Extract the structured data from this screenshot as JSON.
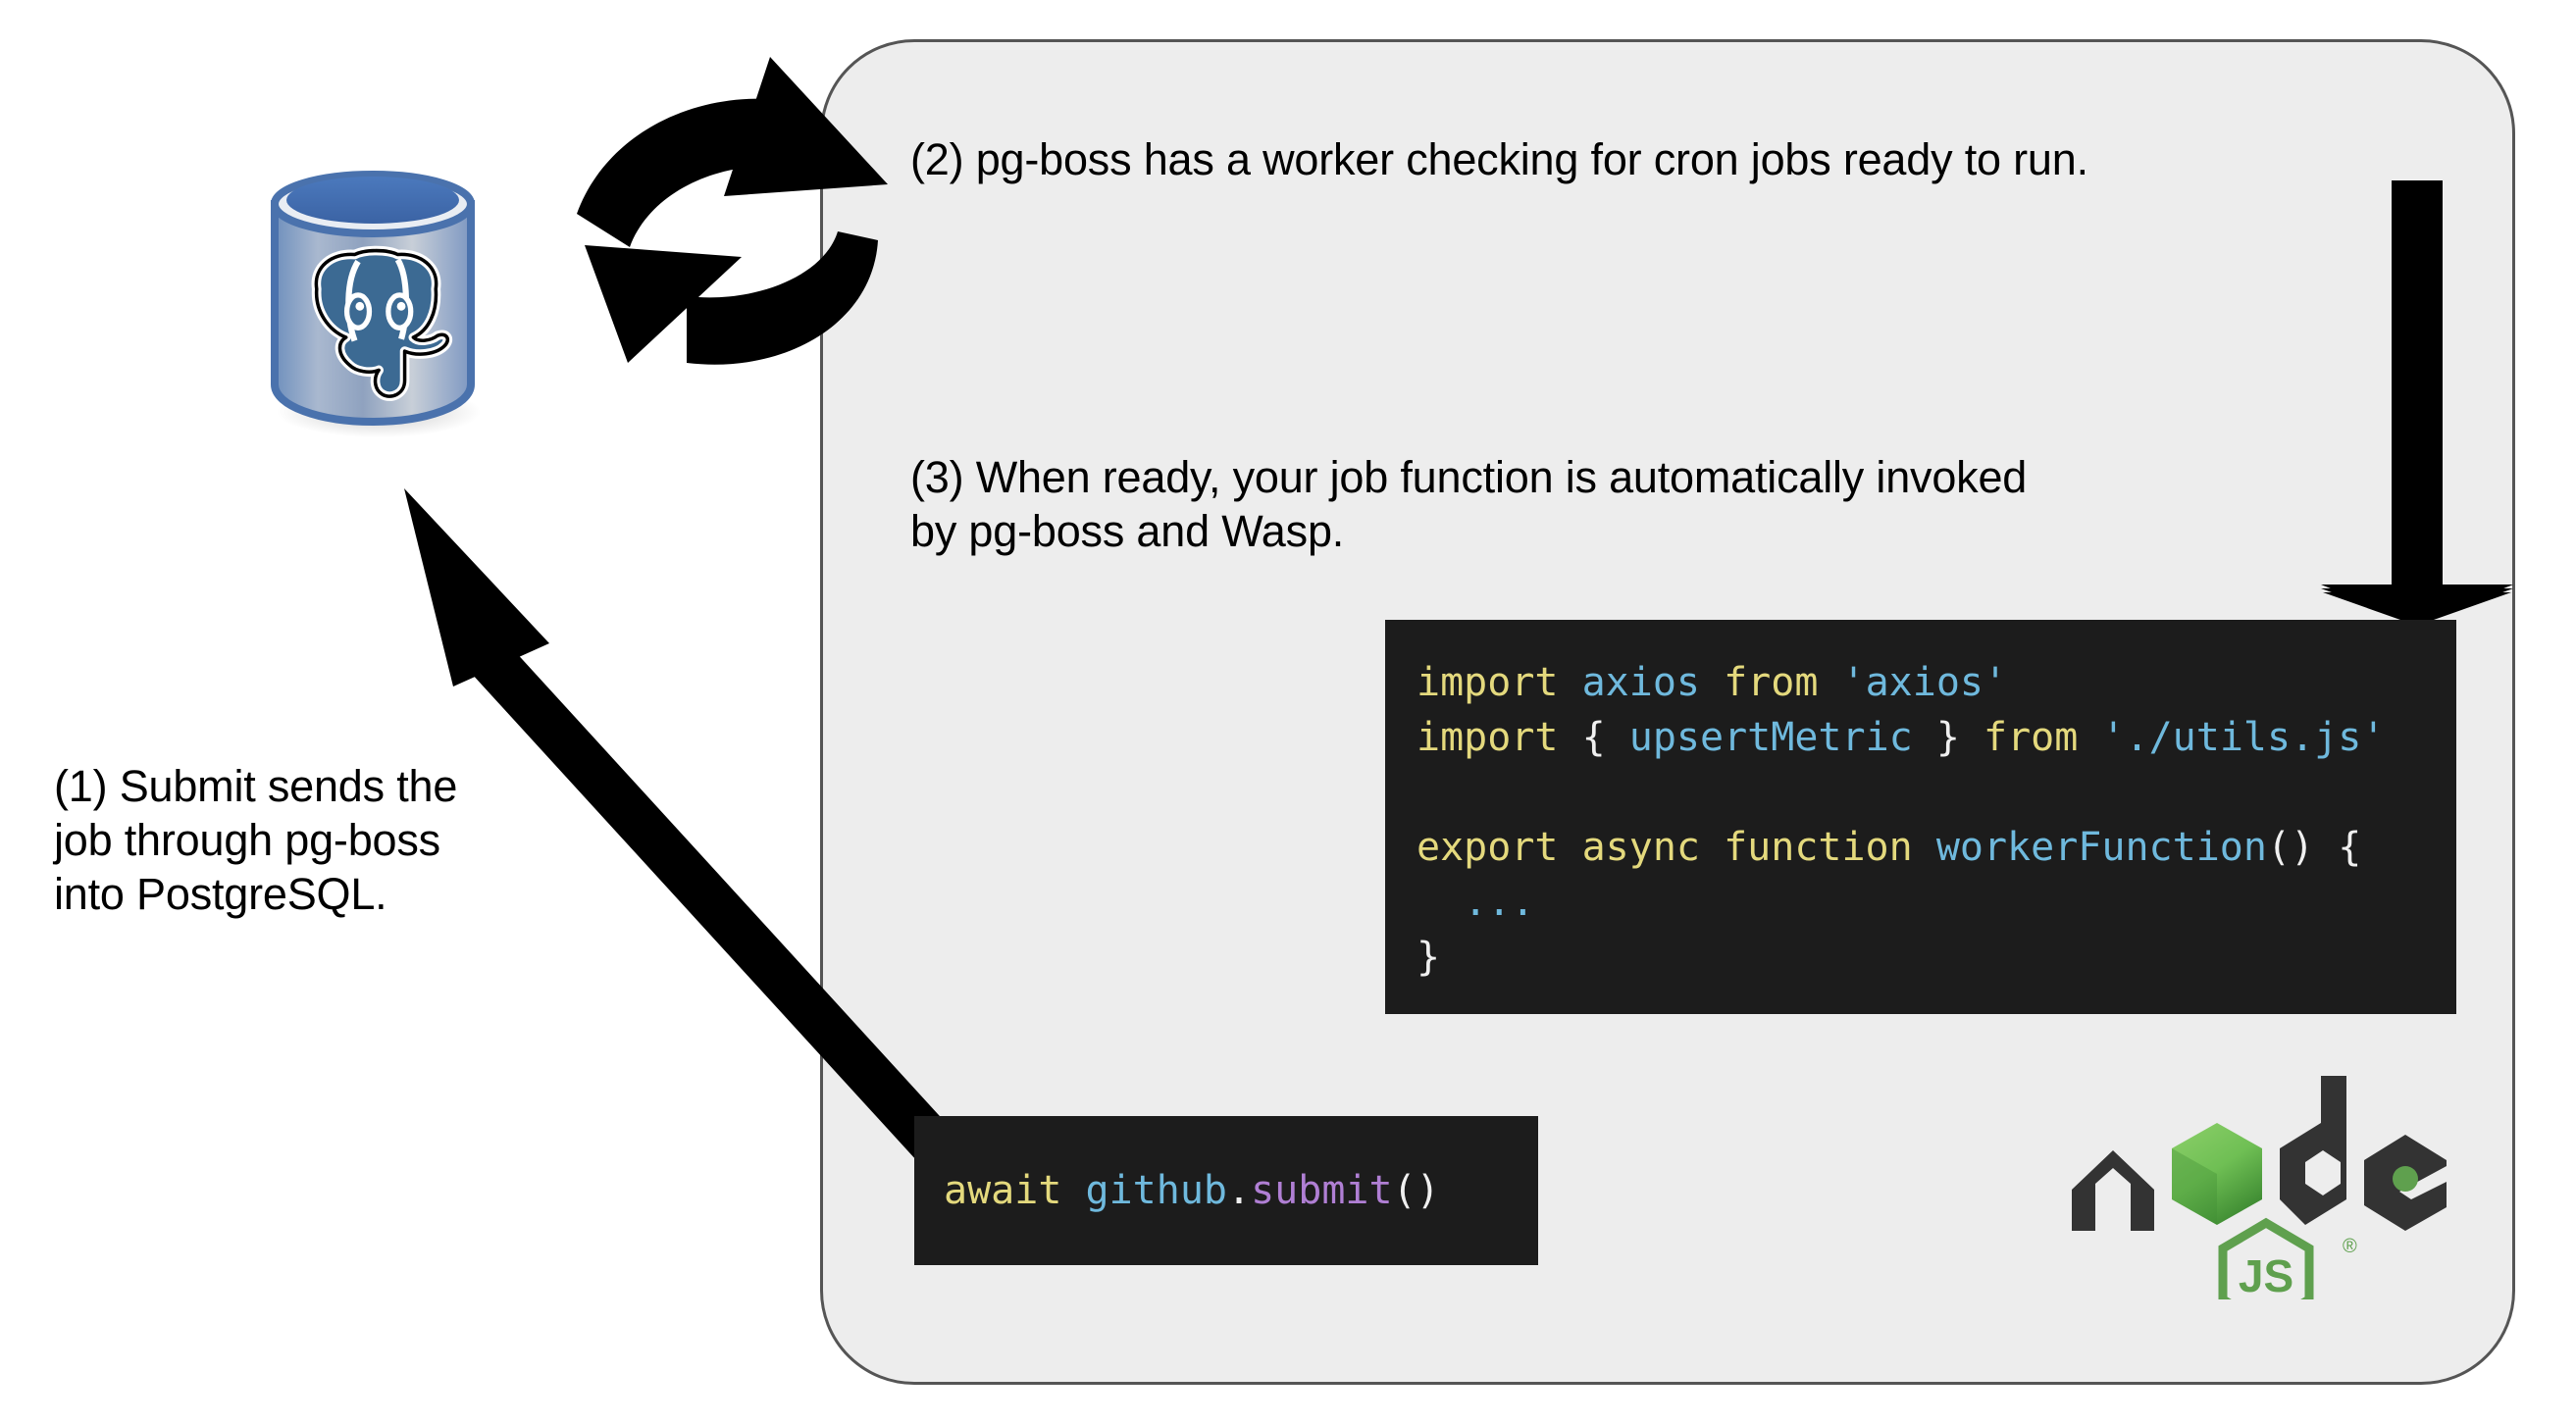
{
  "diagram": {
    "title": "Wasp pg-boss job flow",
    "background_color": "#ffffff",
    "panel_fill": "#ededed",
    "panel_stroke": "#555555"
  },
  "annotations": {
    "step1": "(1) Submit sends the\njob through pg-boss\ninto PostgreSQL.",
    "step2": "(2) pg-boss has a worker checking for cron jobs ready to run.",
    "step3": "(3) When ready, your job function is automatically invoked\nby pg-boss and Wasp."
  },
  "code_blocks": {
    "worker": {
      "background": "#1c1c1c",
      "lines": [
        [
          {
            "t": "import ",
            "c": "kw"
          },
          {
            "t": "axios ",
            "c": "id"
          },
          {
            "t": "from ",
            "c": "kw"
          },
          {
            "t": "'axios'",
            "c": "id"
          }
        ],
        [
          {
            "t": "import ",
            "c": "kw"
          },
          {
            "t": "{ ",
            "c": "pun"
          },
          {
            "t": "upsertMetric ",
            "c": "id"
          },
          {
            "t": "} ",
            "c": "pun"
          },
          {
            "t": "from ",
            "c": "kw"
          },
          {
            "t": "'./utils.js'",
            "c": "id"
          }
        ],
        [],
        [
          {
            "t": "export async function ",
            "c": "kw"
          },
          {
            "t": "workerFunction",
            "c": "id"
          },
          {
            "t": "() {",
            "c": "pun"
          }
        ],
        [
          {
            "t": "  ...",
            "c": "dots"
          }
        ],
        [
          {
            "t": "}",
            "c": "pun"
          }
        ]
      ],
      "plain_text": "import axios from 'axios'\nimport { upsertMetric } from './utils.js'\n\nexport async function workerFunction() {\n  ...\n}"
    },
    "submit": {
      "background": "#1c1c1c",
      "lines": [
        [
          {
            "t": "await ",
            "c": "kw"
          },
          {
            "t": "github",
            "c": "id"
          },
          {
            "t": ".",
            "c": "pun"
          },
          {
            "t": "submit",
            "c": "fn"
          },
          {
            "t": "()",
            "c": "pun"
          }
        ]
      ],
      "plain_text": "await github.submit()"
    }
  },
  "logos": {
    "postgresql": {
      "name": "postgresql-database-icon",
      "body_color": "#4f76b0",
      "top_color": "#3e6eb4",
      "elephant_color": "#396a93"
    },
    "nodejs": {
      "name": "nodejs-logo",
      "wordmark": "node",
      "badge_text": "JS",
      "trademark": "®",
      "dark_color": "#333333",
      "green_color": "#5fa04e"
    }
  },
  "arrows": {
    "sync": {
      "name": "sync-cycle-arrows",
      "color": "#000000",
      "description": "two curved arrows forming a refresh cycle between PostgreSQL and the server"
    },
    "submit_to_db": {
      "name": "submit-to-database-arrow",
      "color": "#000000",
      "direction": "up-left"
    },
    "invoke_down": {
      "name": "invoke-worker-arrow",
      "color": "#000000",
      "direction": "down"
    }
  }
}
